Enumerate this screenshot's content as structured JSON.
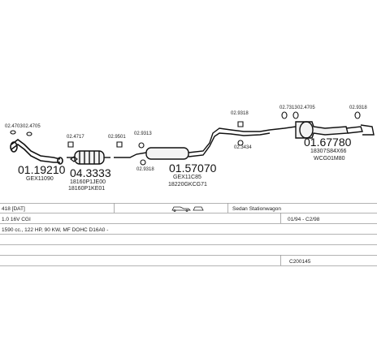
{
  "parts": [
    {
      "number": "01.19210",
      "codes": [
        "GEX11090"
      ]
    },
    {
      "number": "04.3333",
      "codes": [
        "18160P1JE00",
        "18160P1KE01"
      ]
    },
    {
      "number": "01.57070",
      "codes": [
        "GEX11C85",
        "18220GKCG71"
      ]
    },
    {
      "number": "01.67780",
      "codes": [
        "18307S84X66",
        "WCG01M80"
      ]
    }
  ],
  "accessories": [
    "02.4703",
    "02.4705",
    "02.4717",
    "02.9501",
    "02.9313",
    "02.9318",
    "02.9318",
    "02.3434",
    "02.7313",
    "02.4705",
    "02.9318"
  ],
  "info_rows": {
    "model": "418 [DAT]",
    "body": "Sedan Stationwagon",
    "engine": "1.0 16V CGI",
    "date_range": "01/94 - C2/98",
    "spec": "1590 cc., 122 HP, 90 KW, MF DOHC D16A0 -",
    "code": "C200145"
  }
}
